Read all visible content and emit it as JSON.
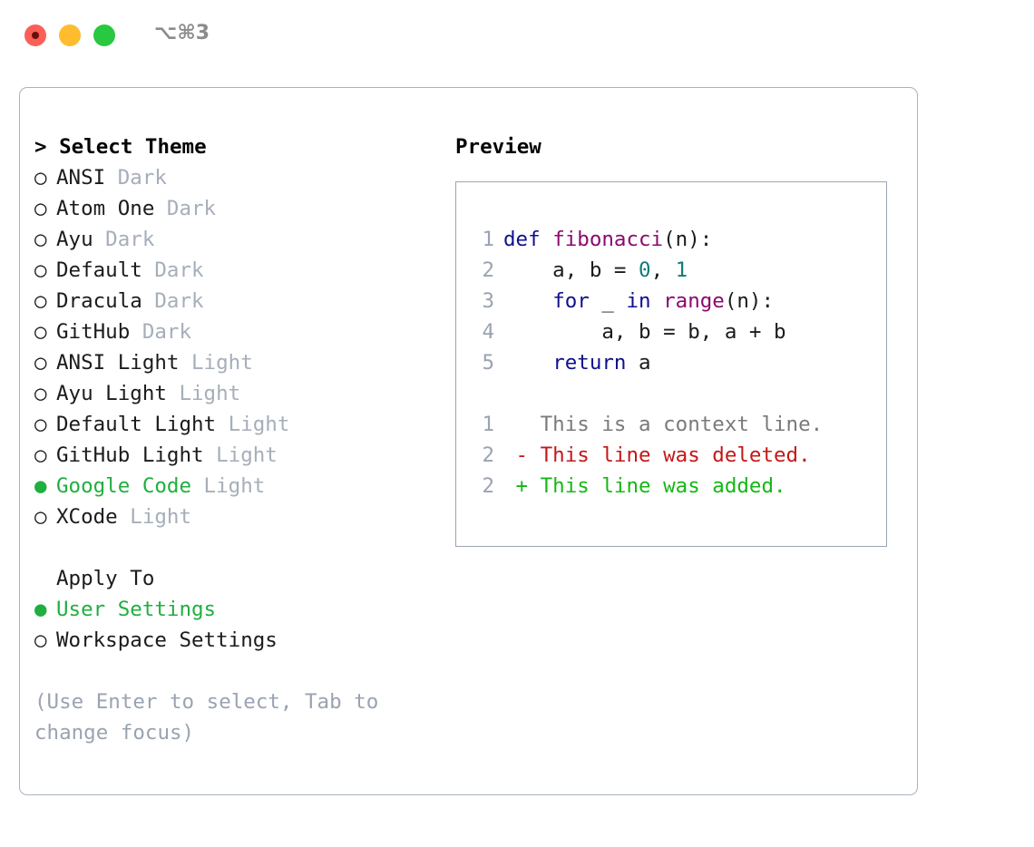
{
  "titlebar": {
    "shortcut": "⌥⌘3",
    "lights": [
      {
        "name": "close",
        "color": "#fc5f57"
      },
      {
        "name": "minimize",
        "color": "#febc2e"
      },
      {
        "name": "maximize",
        "color": "#28c840"
      }
    ]
  },
  "theme_picker": {
    "heading": "> Select Theme",
    "bullet_unselected": "○",
    "bullet_selected": "●",
    "items": [
      {
        "label": "ANSI",
        "tag": "Dark",
        "selected": false
      },
      {
        "label": "Atom One",
        "tag": "Dark",
        "selected": false
      },
      {
        "label": "Ayu",
        "tag": "Dark",
        "selected": false
      },
      {
        "label": "Default",
        "tag": "Dark",
        "selected": false
      },
      {
        "label": "Dracula",
        "tag": "Dark",
        "selected": false
      },
      {
        "label": "GitHub",
        "tag": "Dark",
        "selected": false
      },
      {
        "label": "ANSI Light",
        "tag": "Light",
        "selected": false
      },
      {
        "label": "Ayu Light",
        "tag": "Light",
        "selected": false
      },
      {
        "label": "Default Light",
        "tag": "Light",
        "selected": false
      },
      {
        "label": "GitHub Light",
        "tag": "Light",
        "selected": false
      },
      {
        "label": "Google Code",
        "tag": "Light",
        "selected": true
      },
      {
        "label": "XCode",
        "tag": "Light",
        "selected": false
      }
    ]
  },
  "apply_to": {
    "title": "Apply To",
    "items": [
      {
        "label": "User Settings",
        "selected": true
      },
      {
        "label": "Workspace Settings",
        "selected": false
      }
    ]
  },
  "hint": "(Use Enter to select, Tab to change focus)",
  "preview": {
    "title": "Preview",
    "code_lines": [
      {
        "no": "1",
        "tokens": [
          {
            "t": "def",
            "c": "kw"
          },
          {
            "t": " ",
            "c": "pl"
          },
          {
            "t": "fibonacci",
            "c": "fn"
          },
          {
            "t": "(n):",
            "c": "pl"
          }
        ]
      },
      {
        "no": "2",
        "tokens": [
          {
            "t": "    a, b = ",
            "c": "pl"
          },
          {
            "t": "0",
            "c": "num"
          },
          {
            "t": ", ",
            "c": "pl"
          },
          {
            "t": "1",
            "c": "num"
          }
        ]
      },
      {
        "no": "3",
        "tokens": [
          {
            "t": "    ",
            "c": "pl"
          },
          {
            "t": "for",
            "c": "kw"
          },
          {
            "t": " _ ",
            "c": "pl"
          },
          {
            "t": "in",
            "c": "kw"
          },
          {
            "t": " ",
            "c": "pl"
          },
          {
            "t": "range",
            "c": "fn"
          },
          {
            "t": "(n):",
            "c": "pl"
          }
        ]
      },
      {
        "no": "4",
        "tokens": [
          {
            "t": "        a, b = b, a + b",
            "c": "pl"
          }
        ]
      },
      {
        "no": "5",
        "tokens": [
          {
            "t": "    ",
            "c": "pl"
          },
          {
            "t": "return",
            "c": "kw"
          },
          {
            "t": " a",
            "c": "pl"
          }
        ]
      }
    ],
    "diff_lines": [
      {
        "no": "1",
        "marker": " ",
        "text": "This is a context line.",
        "kind": "d-ctx"
      },
      {
        "no": "2",
        "marker": "-",
        "text": "This line was deleted.",
        "kind": "d-del"
      },
      {
        "no": "2",
        "marker": "+",
        "text": "This line was added.",
        "kind": "d-add"
      }
    ]
  },
  "colors": {
    "accent_green": "#1faf3f",
    "muted": "#a6aeba",
    "hint": "#9aa3b1",
    "keyword": "#10108c",
    "function": "#8b0a6e",
    "number": "#0f7c78",
    "diff_add": "#14b814",
    "diff_del": "#c41818",
    "border": "#aab2bf"
  }
}
